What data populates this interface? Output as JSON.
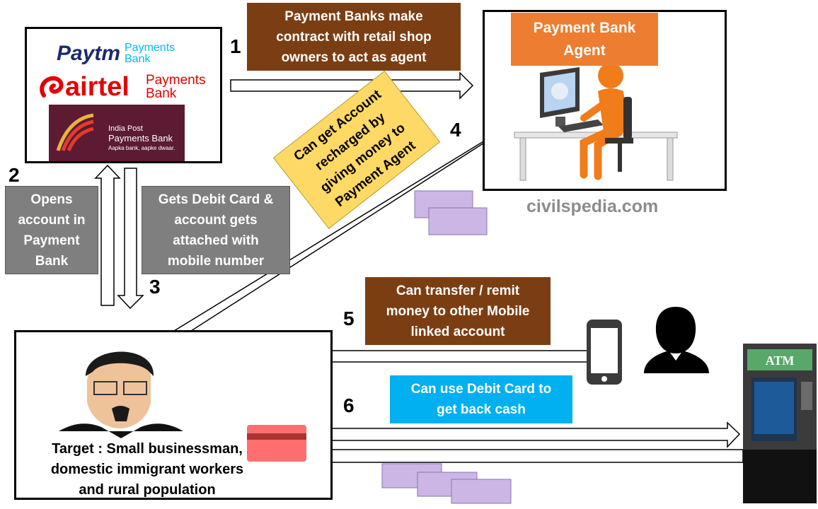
{
  "banks": {
    "paytm_word": "Paytm",
    "paytm_sub1": "Payments",
    "paytm_sub2": "Bank",
    "airtel_word": "airtel",
    "airtel_sub1": "Payments",
    "airtel_sub2": "Bank",
    "indiapost_line1": "India Post",
    "indiapost_line2": "Payments Bank",
    "indiapost_tagline": "Aapka bank, aapke dwaar."
  },
  "agent": {
    "title": "Payment Bank\nAgent"
  },
  "watermark": "civilspedia.com",
  "steps": {
    "s1": {
      "number": "1",
      "text": "Payment Banks make\ncontract with retail shop\nowners to act as agent"
    },
    "s2": {
      "number": "2",
      "text": "Opens\naccount in\nPayment\nBank"
    },
    "s3": {
      "number": "3",
      "text": "Gets Debit Card &\naccount gets\nattached with\nmobile number"
    },
    "s4": {
      "number": "4",
      "text": "Can get Account\nrecharged by\ngiving money to\nPayment Agent"
    },
    "s5": {
      "number": "5",
      "text": "Can transfer / remit\nmoney to other Mobile\nlinked account"
    },
    "s6": {
      "number": "6",
      "text": "Can use Debit Card to\nget back cash"
    }
  },
  "target": {
    "text": "Target : Small businessman,\ndomestic immigrant workers\nand rural population"
  },
  "atm": {
    "label": "ATM"
  },
  "colors": {
    "brown": "#7b3e13",
    "grey": "#7f7f7f",
    "cyan": "#00b0f0",
    "orange": "#ed7d31",
    "yellow": "#ffd966",
    "paytm_blue": "#00baf2",
    "airtel_red": "#e40000"
  }
}
